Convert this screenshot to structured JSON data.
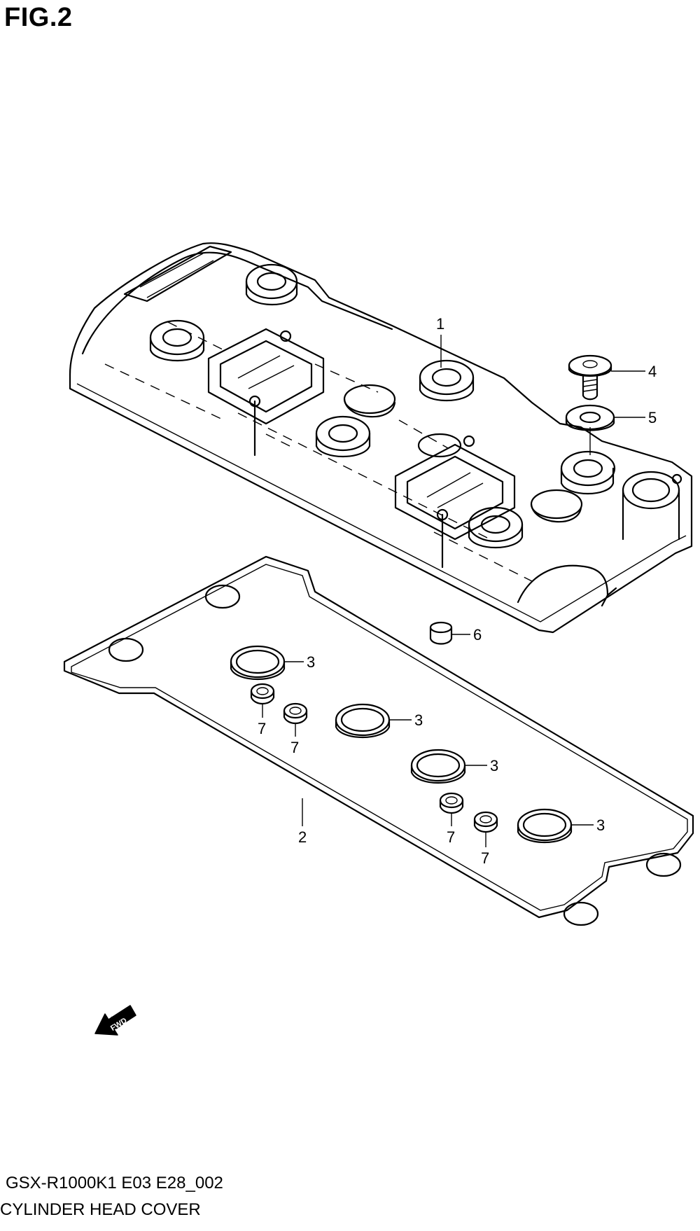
{
  "figure": {
    "title": "FIG.2"
  },
  "callouts": [
    {
      "id": "1",
      "label": "1"
    },
    {
      "id": "2",
      "label": "2"
    },
    {
      "id": "3a",
      "label": "3"
    },
    {
      "id": "3b",
      "label": "3"
    },
    {
      "id": "3c",
      "label": "3"
    },
    {
      "id": "3d",
      "label": "3"
    },
    {
      "id": "4",
      "label": "4"
    },
    {
      "id": "5",
      "label": "5"
    },
    {
      "id": "6",
      "label": "6"
    },
    {
      "id": "7a",
      "label": "7"
    },
    {
      "id": "7b",
      "label": "7"
    },
    {
      "id": "7c",
      "label": "7"
    },
    {
      "id": "7d",
      "label": "7"
    }
  ],
  "fwd_arrow": {
    "label": "FWD"
  },
  "footer": {
    "code": "GSX-R1000K1 E03 E28_002",
    "name": "CYLINDER HEAD COVER"
  },
  "icons": [
    "fwd-arrow-icon"
  ]
}
